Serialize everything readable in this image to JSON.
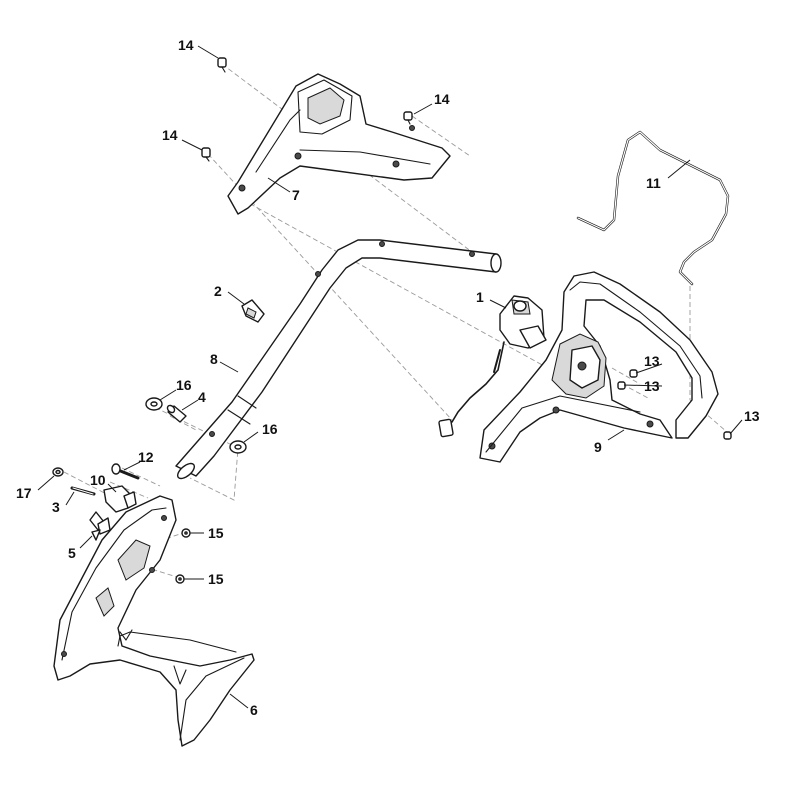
{
  "callouts": [
    {
      "id": "p14a",
      "label": "14"
    },
    {
      "id": "p14b",
      "label": "14"
    },
    {
      "id": "p14c",
      "label": "14"
    },
    {
      "id": "p7",
      "label": "7"
    },
    {
      "id": "p11",
      "label": "11"
    },
    {
      "id": "p2",
      "label": "2"
    },
    {
      "id": "p1",
      "label": "1"
    },
    {
      "id": "p8",
      "label": "8"
    },
    {
      "id": "p16a",
      "label": "16"
    },
    {
      "id": "p4",
      "label": "4"
    },
    {
      "id": "p16b",
      "label": "16"
    },
    {
      "id": "p13a",
      "label": "13"
    },
    {
      "id": "p13b",
      "label": "13"
    },
    {
      "id": "p13c",
      "label": "13"
    },
    {
      "id": "p9",
      "label": "9"
    },
    {
      "id": "p12",
      "label": "12"
    },
    {
      "id": "p10",
      "label": "10"
    },
    {
      "id": "p17",
      "label": "17"
    },
    {
      "id": "p3",
      "label": "3"
    },
    {
      "id": "p15a",
      "label": "15"
    },
    {
      "id": "p5",
      "label": "5"
    },
    {
      "id": "p15b",
      "label": "15"
    },
    {
      "id": "p6",
      "label": "6"
    }
  ]
}
